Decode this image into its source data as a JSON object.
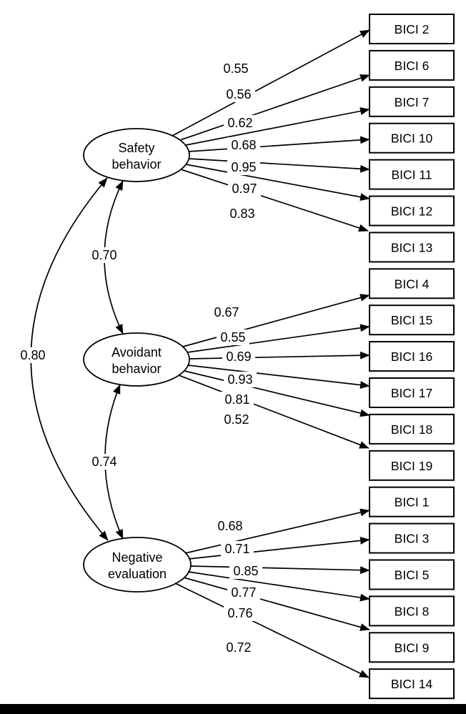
{
  "diagram": {
    "kind": "confirmatory-factor-analysis-path-diagram",
    "instrument": "BICI",
    "factors": [
      {
        "name": "Safety behavior",
        "line1": "Safety",
        "line2": "behavior",
        "indicators": [
          {
            "item": "BICI 2",
            "loading": "0.55"
          },
          {
            "item": "BICI 6",
            "loading": "0.56"
          },
          {
            "item": "BICI 7",
            "loading": "0.62"
          },
          {
            "item": "BICI 10",
            "loading": "0.68"
          },
          {
            "item": "BICI 11",
            "loading": "0.95"
          },
          {
            "item": "BICI 12",
            "loading": "0.97"
          },
          {
            "item": "BICI 13",
            "loading": "0.83"
          }
        ]
      },
      {
        "name": "Avoidant behavior",
        "line1": "Avoidant",
        "line2": "behavior",
        "indicators": [
          {
            "item": "BICI 4",
            "loading": "0.67"
          },
          {
            "item": "BICI 15",
            "loading": "0.55"
          },
          {
            "item": "BICI 16",
            "loading": "0.69"
          },
          {
            "item": "BICI 17",
            "loading": "0.93"
          },
          {
            "item": "BICI 18",
            "loading": "0.81"
          },
          {
            "item": "BICI 19",
            "loading": "0.52"
          }
        ]
      },
      {
        "name": "Negative evaluation",
        "line1": "Negative",
        "line2": "evaluation",
        "indicators": [
          {
            "item": "BICI 1",
            "loading": "0.68"
          },
          {
            "item": "BICI 3",
            "loading": "0.71"
          },
          {
            "item": "BICI 5",
            "loading": "0.85"
          },
          {
            "item": "BICI 8",
            "loading": "0.77"
          },
          {
            "item": "BICI 9",
            "loading": "0.76"
          },
          {
            "item": "BICI 14",
            "loading": "0.72"
          }
        ]
      }
    ],
    "correlations": [
      {
        "from": "Safety behavior",
        "to": "Avoidant behavior",
        "value": "0.70"
      },
      {
        "from": "Avoidant behavior",
        "to": "Negative evaluation",
        "value": "0.74"
      },
      {
        "from": "Safety behavior",
        "to": "Negative evaluation",
        "value": "0.80"
      }
    ],
    "colors": {
      "line": "#000000",
      "background": "#ffffff",
      "box_fill": "#ffffff"
    }
  }
}
